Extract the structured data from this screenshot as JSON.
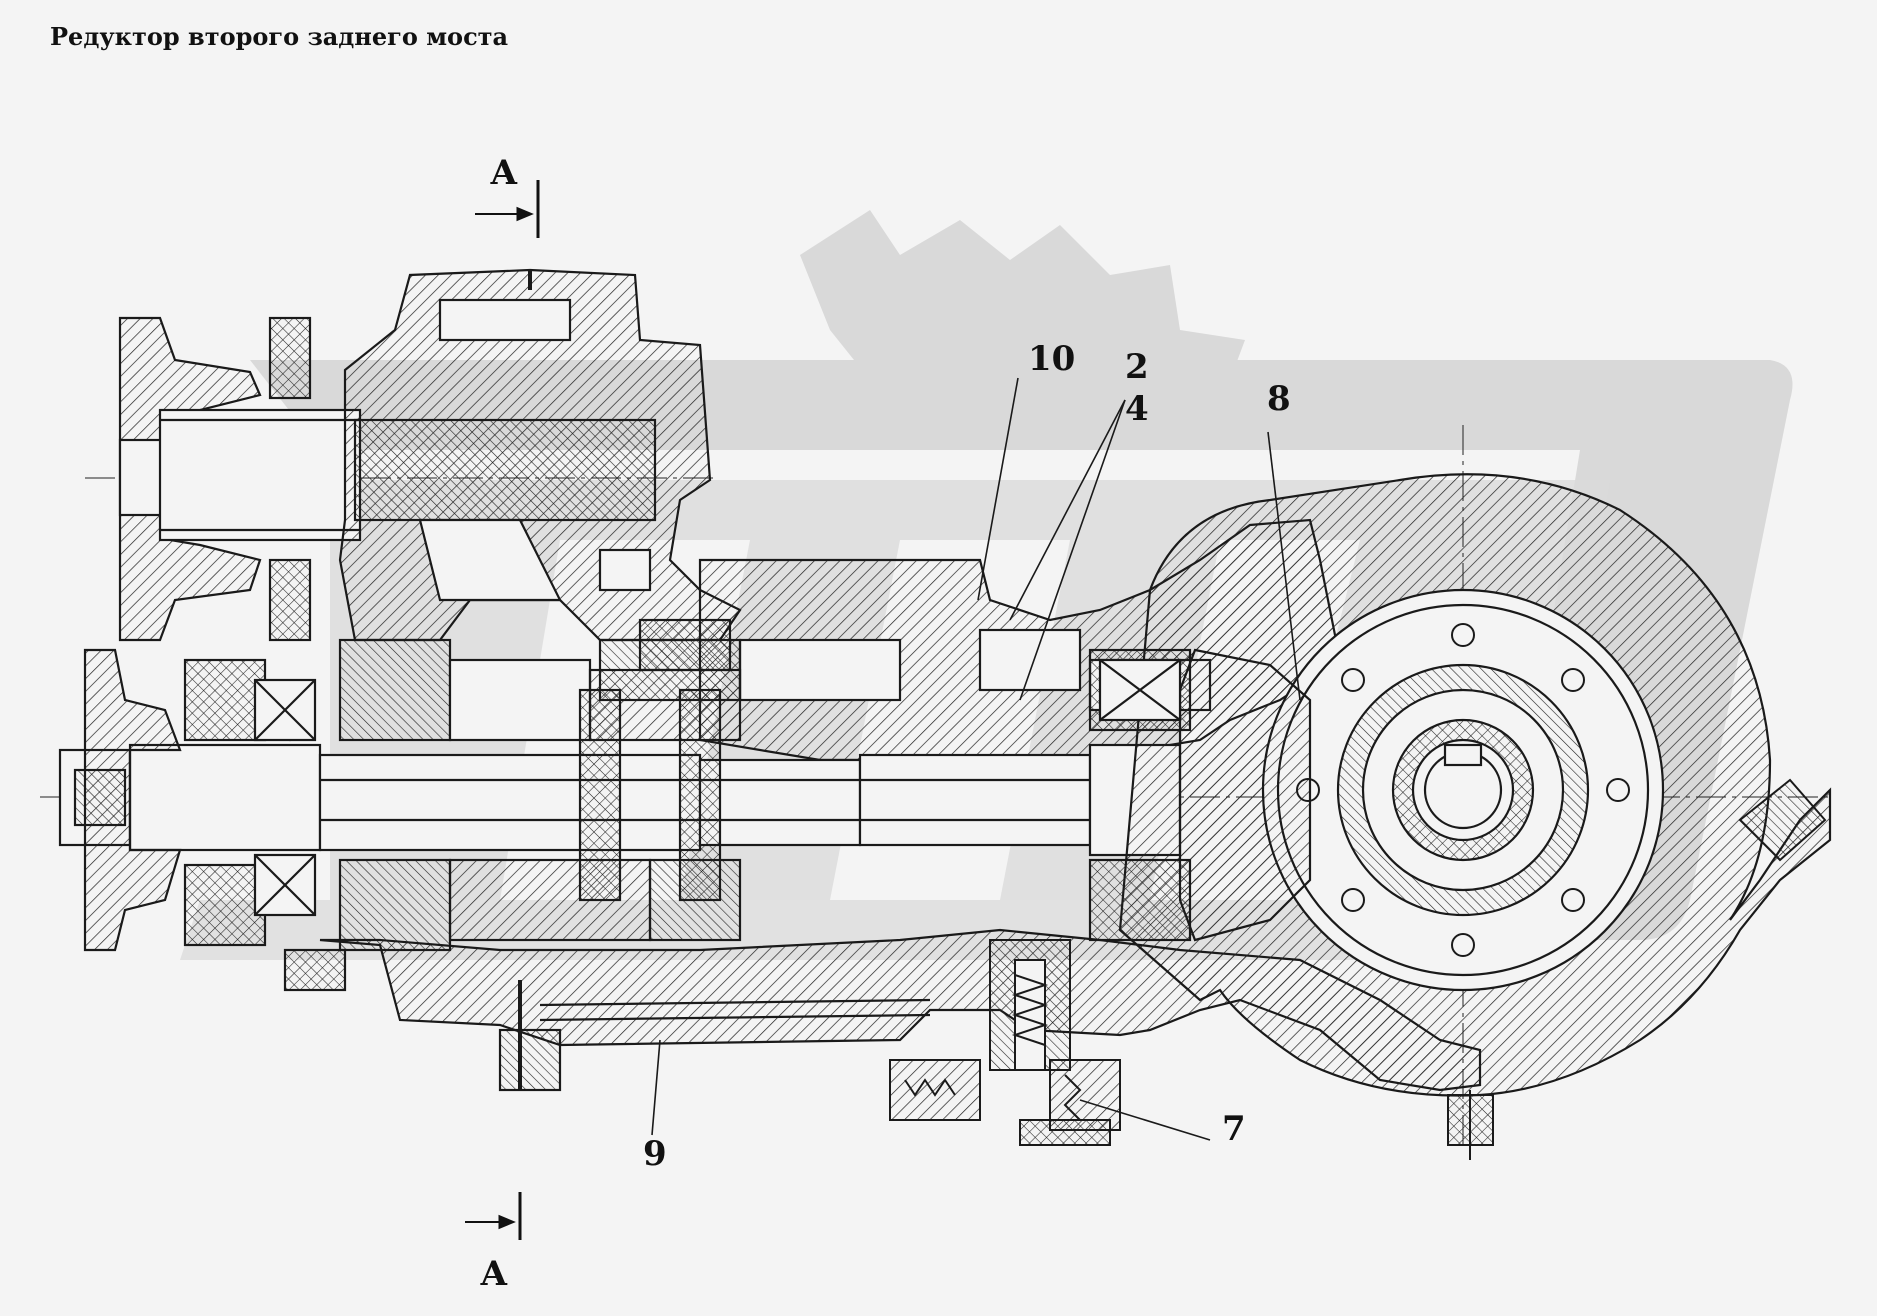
{
  "title": "Редуктор второго заднего моста",
  "section_marks": {
    "top": "А",
    "bottom": "А"
  },
  "callouts": [
    {
      "id": "10",
      "label": "10"
    },
    {
      "id": "2",
      "label": "2"
    },
    {
      "id": "4",
      "label": "4"
    },
    {
      "id": "8",
      "label": "8"
    },
    {
      "id": "7",
      "label": "7"
    },
    {
      "id": "9",
      "label": "9"
    }
  ],
  "colors": {
    "background": "#f4f4f4",
    "ink": "#1a1a1a",
    "watermark": "#d9d9d9"
  }
}
